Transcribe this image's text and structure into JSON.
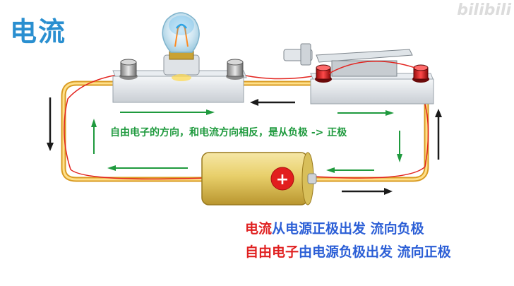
{
  "title": "电流",
  "watermark": "bilibili",
  "note": "自由电子的方向，和电流方向相反，是从负极 -> 正极",
  "battery_symbol": "+",
  "caption1": {
    "subject": "电流",
    "rest": "从电源正极出发 流向负极"
  },
  "caption2": {
    "subject": "自由电子",
    "rest": "由电源负极出发 流向正极"
  },
  "colors": {
    "title": "#2a8fd0",
    "electron_arrow": "#1f9a3e",
    "current_arrow": "#1a1a1a",
    "wire_outer": "#e6a52a",
    "wire_inner": "#ffe08a",
    "battery": "#e8cf6a",
    "caption_red": "#e02020",
    "caption_blue": "#2c5fd6"
  },
  "icons": [
    "bulb-icon",
    "switch-icon",
    "battery-icon",
    "terminal-icon"
  ]
}
